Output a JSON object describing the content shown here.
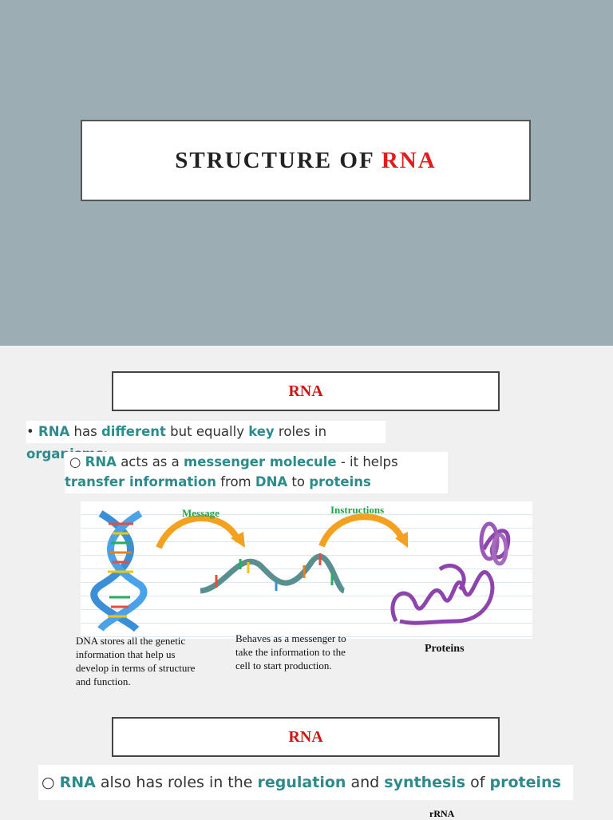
{
  "slide1": {
    "title_main": "STRUCTURE OF ",
    "title_accent": "RNA"
  },
  "slide2": {
    "heading1": "RNA",
    "bullet1": {
      "parts": [
        "RNA",
        " has ",
        "different",
        " but equally ",
        "key",
        " roles in ",
        "organisms",
        ":"
      ]
    },
    "bullet2": {
      "parts": [
        "RNA",
        " acts as a ",
        "messenger molecule",
        " - it helps ",
        "transfer information",
        " from ",
        "DNA",
        " to ",
        "proteins"
      ]
    },
    "diagram": {
      "label_message": "Message",
      "label_instructions": "Instructions",
      "caption_dna": "DNA stores all the genetic information that help us develop in terms of structure and function.",
      "caption_messenger": "Behaves as a messenger to take the information to the cell to start production.",
      "caption_proteins": "Proteins",
      "colors": {
        "arrow": "#f3a11f",
        "helix": "#3a8fd6",
        "protein": "#8e44ad"
      }
    },
    "heading2": "RNA",
    "bullet3": {
      "parts": [
        "RNA",
        " also has roles in the ",
        "regulation",
        " and ",
        "synthesis",
        " of ",
        "proteins"
      ]
    },
    "footer_fragment": "rRNA"
  }
}
